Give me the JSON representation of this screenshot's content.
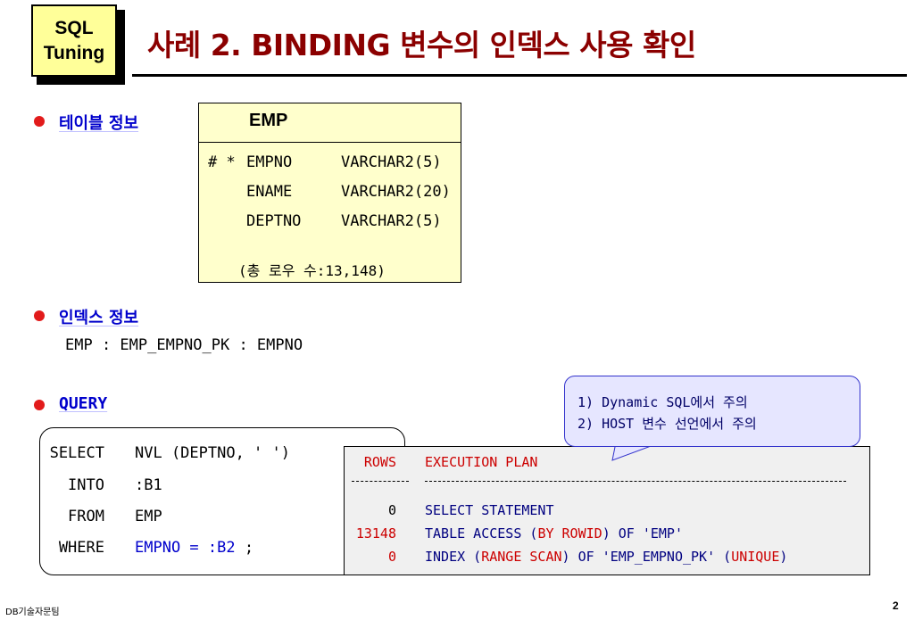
{
  "logo": {
    "line1": "SQL",
    "line2": "Tuning"
  },
  "title": "사례 2. BINDING 변수의 인덱스 사용 확인",
  "table_info": {
    "label": "테이블 정보",
    "table_name": "EMP",
    "columns": [
      {
        "mark": "# *",
        "name": "EMPNO",
        "type": "VARCHAR2(5)"
      },
      {
        "mark": "",
        "name": "ENAME",
        "type": "VARCHAR2(20)"
      },
      {
        "mark": "",
        "name": "DEPTNO",
        "type": "VARCHAR2(5)"
      }
    ],
    "row_count": "(총 로우 수:13,148)"
  },
  "index_info": {
    "label": "인덱스 정보",
    "line": "EMP :  EMP_EMPNO_PK :  EMPNO"
  },
  "query": {
    "label": "QUERY",
    "lines": [
      {
        "kw": "SELECT",
        "rest": "NVL (DEPTNO, ' ')"
      },
      {
        "kw": "INTO",
        "rest": ":B1"
      },
      {
        "kw": "FROM",
        "rest": "EMP"
      },
      {
        "kw": "WHERE",
        "rest_blue": "EMPNO  =  :B2",
        "rest_tail": " ;"
      }
    ]
  },
  "plan": {
    "header_rows": "ROWS",
    "header_plan": "EXECUTION PLAN",
    "lines": [
      {
        "rows": "0",
        "op": "SELECT  STATEMENT"
      },
      {
        "rows": "13148",
        "op_a": " TABLE ACCESS (",
        "op_b": "BY ROWID",
        "op_c": ") OF 'EMP'"
      },
      {
        "rows": "0",
        "op_a": "  INDEX (",
        "op_b": "RANGE SCAN",
        "op_c": ") OF 'EMP_EMPNO_PK' (",
        "op_d": "UNIQUE",
        "op_e": ")"
      }
    ]
  },
  "callout": {
    "line1": "1) Dynamic SQL에서 주의",
    "line2": "2) HOST 변수 선언에서 주의"
  },
  "footer": "DB기술자문팀",
  "page_number": "2",
  "colors": {
    "title": "#8b0000",
    "bullet": "#e21b1b",
    "label": "#0000cc",
    "logo_bg": "#ffff99",
    "table_bg": "#ffffcc",
    "callout_bg": "#e6e6ff",
    "plan_bg": "#f0f0f0",
    "highlight": "#cc0000"
  }
}
